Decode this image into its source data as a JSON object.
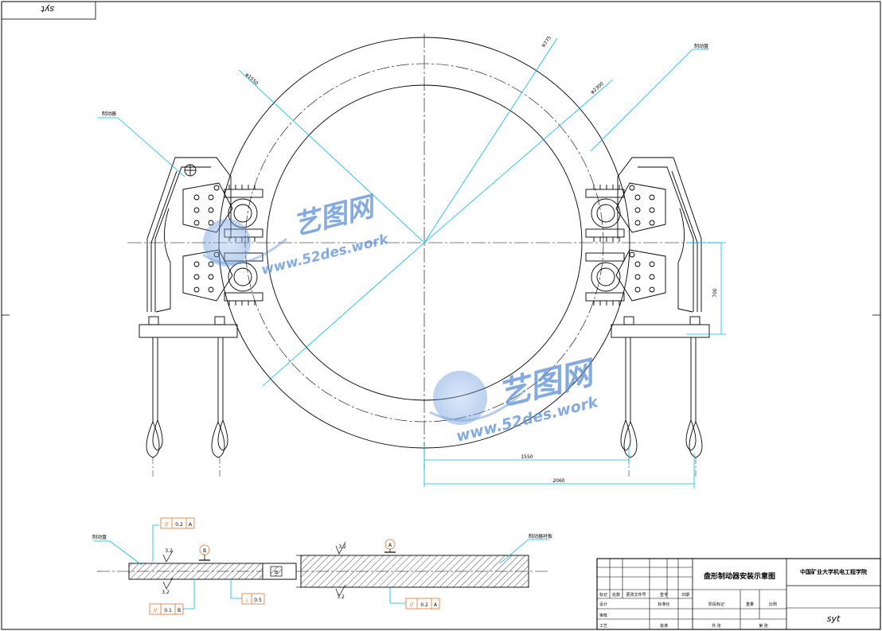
{
  "drawing": {
    "corner_stamp": "syt",
    "title": "盘形制动器安装示意图",
    "company": "中国矿业大学机电工程学院",
    "drawer_mark": "syt"
  },
  "callouts": {
    "left_top": "制动器",
    "right_top": "制动盘",
    "r_top": "R775",
    "dia_outer": "φ1550",
    "dia_mid": "φ2300",
    "bottom_left": "制动盘",
    "bottom_right": "制动器衬板"
  },
  "dimensions": {
    "width_inner": "1550",
    "width_outer": "2060",
    "height_right": "700"
  },
  "tolerances": {
    "frame_top_left": "0.2",
    "frame_top_left_ref": "A",
    "frame_bottom_left": "0.1",
    "frame_bottom_left_ref": "B",
    "frame_mid": "0.5",
    "frame_bottom_right": "0.2",
    "frame_bottom_right_ref": "A",
    "rough_1": "3.2",
    "rough_2": "3.2",
    "rough_3": "3.2",
    "rough_4": "3.2",
    "datum_b": "B",
    "datum_a": "A",
    "thk_mark": "≡"
  },
  "title_block": {
    "hdr_mark": "标记",
    "hdr_count": "处数",
    "hdr_zone": "更改文件号",
    "hdr_sign": "签字",
    "hdr_date": "日期",
    "row_design": "设计",
    "row_std": "标准化",
    "row_check": "审核",
    "row_craft": "工艺",
    "row_approve": "批准",
    "stage_label": "阶段标记",
    "weight_label": "重量",
    "scale_label": "比例",
    "sheet_total": "共  张",
    "sheet_no": "第  张"
  },
  "watermark": {
    "brand": "艺图网",
    "url": "www.52des.work"
  },
  "colors": {
    "line": "#000000",
    "dim": "#00b8e6",
    "tolerance": "#e07020",
    "watermark": "#5b8fd6"
  }
}
